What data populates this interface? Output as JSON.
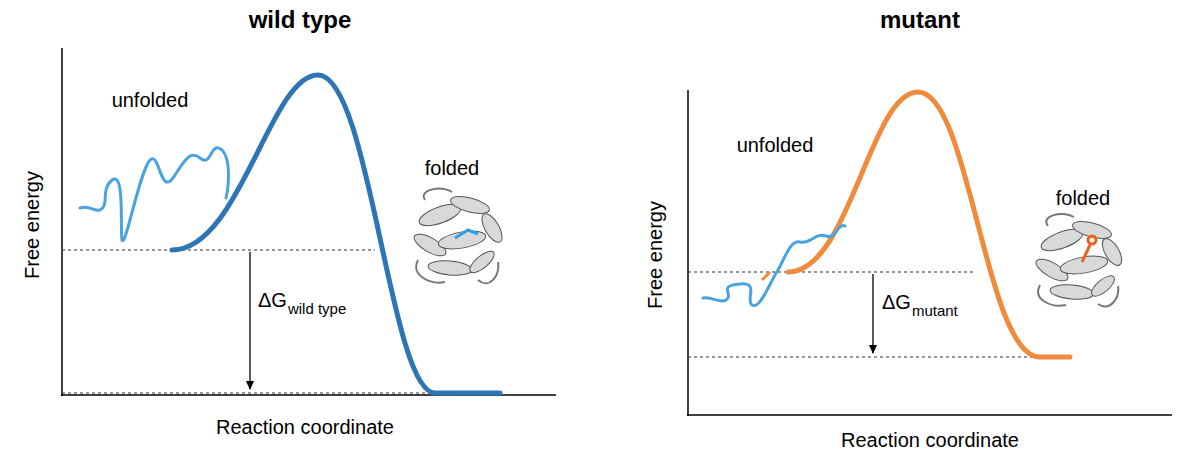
{
  "diagram": {
    "labels": [
      "wild type",
      "Free energy",
      "unfolded",
      "folded",
      "ΔG",
      "wild type",
      "Reaction coordinate",
      "mutant",
      "Free energy",
      "unfolded",
      "folded",
      "ΔG",
      "mutant",
      "Reaction coordinate"
    ]
  }
}
